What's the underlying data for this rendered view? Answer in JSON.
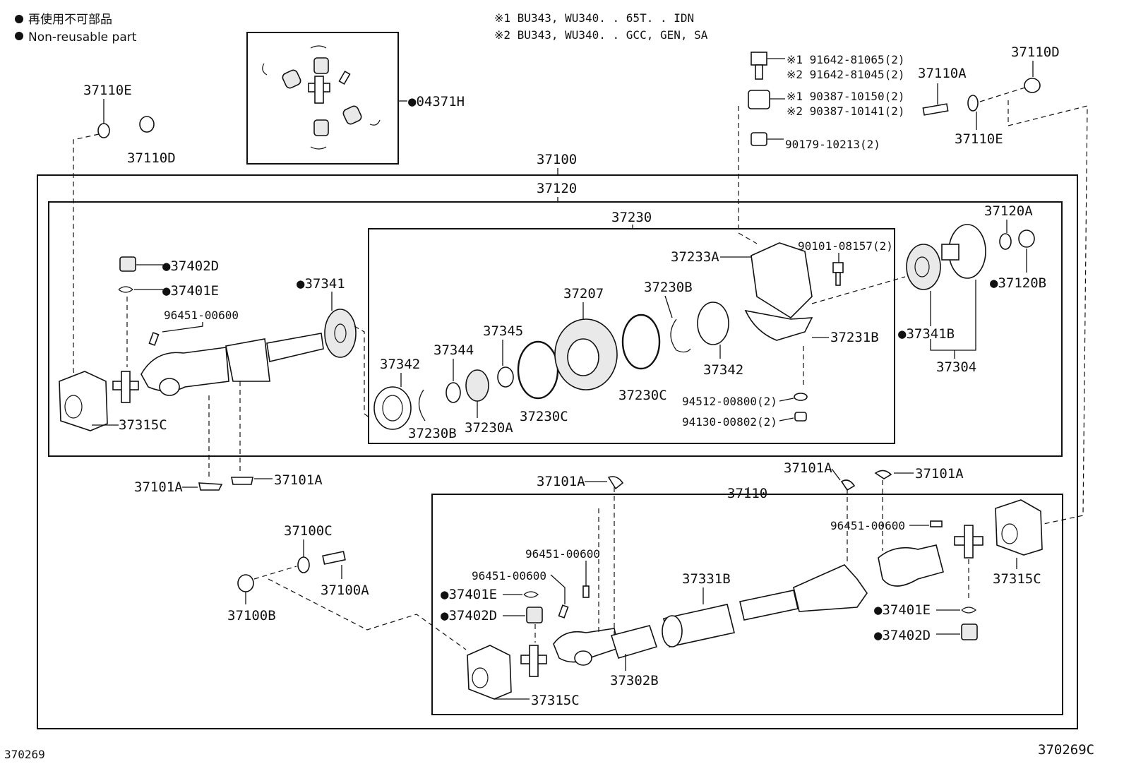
{
  "legend": {
    "jp": "再使用不可部品",
    "en": "Non-reusable part",
    "bullet": "●"
  },
  "notes": [
    "※1 BU343, WU340. . 65T. . IDN",
    "※2 BU343, WU340. . GCC, GEN, SA"
  ],
  "footer": {
    "left_code": "370269",
    "right_code": "370269C"
  },
  "labels": {
    "p04371H": "●04371H",
    "p37110E_tl": "37110E",
    "p37110D_tl": "37110D",
    "r1_bolt": "※1 91642-81065(2)",
    "r2_bolt": "※2 91642-81045(2)",
    "r1_spacer": "※1 90387-10150(2)",
    "r2_spacer": "※2 90387-10141(2)",
    "p90179": "90179-10213(2)",
    "p37110A_tr": "37110A",
    "p37110D_tr": "37110D",
    "p37110E_tr": "37110E",
    "p37100": "37100",
    "p37120": "37120",
    "p37230": "37230",
    "p37233A": "37233A",
    "p90101": "90101-08157(2)",
    "p37120A": "37120A",
    "p37120B": "●37120B",
    "p37402D_u": "●37402D",
    "p37401E_u": "●37401E",
    "p96451_u": "96451-00600",
    "p37341": "●37341",
    "p37207": "37207",
    "p37230B_top": "37230B",
    "p37345": "37345",
    "p37344": "37344",
    "p37342_left": "37342",
    "p37231B": "37231B",
    "p37341B": "●37341B",
    "p37304": "37304",
    "p37342_right": "37342",
    "p37230C_right": "37230C",
    "p94512": "94512-00800(2)",
    "p94130": "94130-00802(2)",
    "p37230C_left": "37230C",
    "p37230A": "37230A",
    "p37230B_bot": "37230B",
    "p37315C_u": "37315C",
    "p37101A_1": "37101A",
    "p37101A_2": "37101A",
    "p37101A_3": "37101A",
    "p37110": "37110",
    "p37101A_4": "37101A",
    "p37101A_5": "37101A",
    "p96451_r": "96451-00600",
    "p37315C_r": "37315C",
    "p37100C": "37100C",
    "p37100A": "37100A",
    "p37100B": "37100B",
    "p96451_l1": "96451-00600",
    "p96451_l2": "96451-00600",
    "p37401E_l": "●37401E",
    "p37402D_l": "●37402D",
    "p37331B": "37331B",
    "p37401E_r": "●37401E",
    "p37402D_r": "●37402D",
    "p37302B": "37302B",
    "p37315C_l": "37315C"
  }
}
